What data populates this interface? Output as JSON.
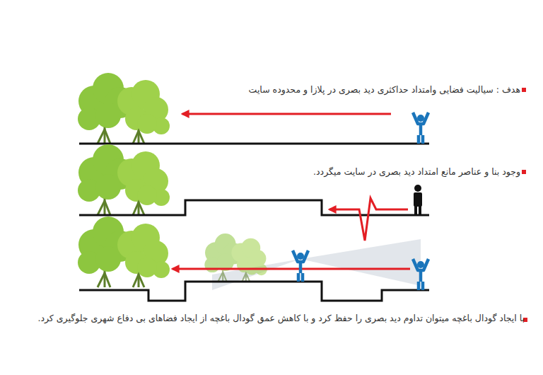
{
  "diagram": {
    "labels": [
      "هدف : سیالیت فضایی وامتداد حداکثری دید بصری در پلازا و محدوده سایت",
      "وجود بنا و عناصر مانع امتداد دید بصری در سایت میگردد.",
      "با ایجاد گودال باغچه میتوان تداوم دید بصری را حفظ کرد و با کاهش عمق گودال باغچه  از ایجاد فضاهای بی دفاع شهری جلوگیری کرد."
    ]
  }
}
